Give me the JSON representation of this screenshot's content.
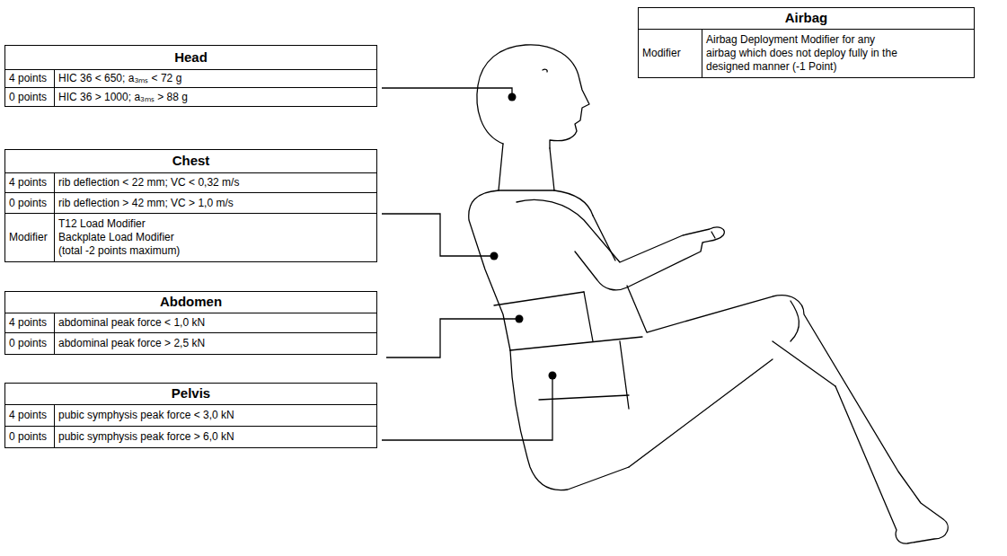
{
  "diagram": {
    "nodes": [
      {
        "text": [
          "Airbag",
          "Modifier",
          "Airbag Deployment Modifier for any airbag which does not deploy fully in the designed manner (-1 Point)"
        ]
      },
      {
        "text": [
          "Head",
          "4 points",
          "HIC 36 < 650; a₃ₘₛ < 72 g",
          "0 points",
          "HIC 36 > 1000; a₃ₘₛ > 88 g"
        ]
      },
      {
        "text": [
          "Chest",
          "4 points",
          "rib deflection < 22 mm; VC < 0,32 m/s",
          "0 points",
          "rib deflection > 42 mm; VC > 1,0 m/s",
          "Modifier",
          "T12 Load Modifier Backplate Load Modifier (total -2 points maximum)"
        ]
      },
      {
        "text": [
          "Abdomen",
          "4 points",
          "abdominal peak force < 1,0 kN",
          "0 points",
          "abdominal peak force > 2,5 kN"
        ]
      },
      {
        "text": [
          "Pelvis",
          "4 points",
          "pubic symphysis peak force < 3,0 kN",
          "0 points",
          "pubic symphysis peak force > 6,0 kN"
        ]
      }
    ]
  }
}
